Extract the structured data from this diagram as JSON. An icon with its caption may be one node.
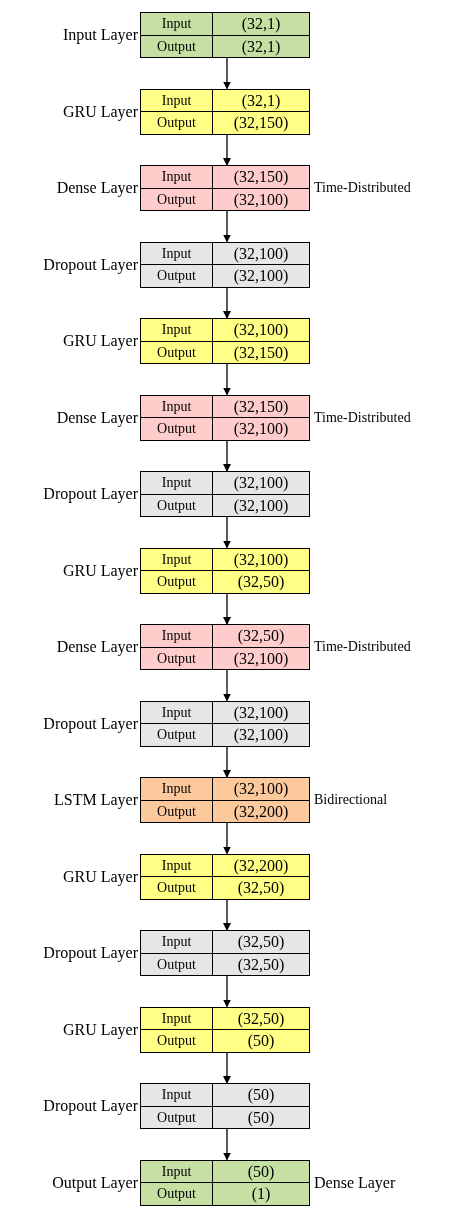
{
  "diagram": {
    "nodes": [
      {
        "text": [
          "Input Layer",
          "Input",
          "(32,1)",
          "Output",
          "(32,1)"
        ]
      },
      {
        "text": [
          "GRU Layer",
          "Input",
          "(32,1)",
          "Output",
          "(32,150)"
        ]
      },
      {
        "text": [
          "Dense Layer",
          "Input",
          "(32,150)",
          "Output",
          "(32,100)"
        ],
        "beside": [
          "Time-Distributed"
        ]
      },
      {
        "text": [
          "Dropout Layer",
          "Input",
          "(32,100)",
          "Output",
          "(32,100)"
        ]
      },
      {
        "text": [
          "GRU Layer",
          "Input",
          "(32,100)",
          "Output",
          "(32,150)"
        ]
      },
      {
        "text": [
          "Dense Layer",
          "Input",
          "(32,150)",
          "Output",
          "(32,100)"
        ],
        "beside": [
          "Time-Distributed"
        ]
      },
      {
        "text": [
          "Dropout Layer",
          "Input",
          "(32,100)",
          "Output",
          "(32,100)"
        ]
      },
      {
        "text": [
          "GRU Layer",
          "Input",
          "(32,100)",
          "Output",
          "(32,50)"
        ]
      },
      {
        "text": [
          "Dense Layer",
          "Input",
          "(32,50)",
          "Output",
          "(32,100)"
        ],
        "beside": [
          "Time-Distributed"
        ]
      },
      {
        "text": [
          "Dropout Layer",
          "Input",
          "(32,100)",
          "Output",
          "(32,100)"
        ]
      },
      {
        "text": [
          "LSTM Layer",
          "Input",
          "(32,100)",
          "Output",
          "(32,200)"
        ],
        "beside": [
          "Bidirectional"
        ]
      },
      {
        "text": [
          "GRU Layer",
          "Input",
          "(32,200)",
          "Output",
          "(32,50)"
        ]
      },
      {
        "text": [
          "Dropout Layer",
          "Input",
          "(32,50)",
          "Output",
          "(32,50)"
        ]
      },
      {
        "text": [
          "GRU Layer",
          "Input",
          "(32,50)",
          "Output",
          "(50)"
        ]
      },
      {
        "text": [
          "Dropout Layer",
          "Input",
          "(50)",
          "Output",
          "(50)"
        ]
      },
      {
        "text": [
          "Output Layer",
          "Input",
          "(50)",
          "Output",
          "(1)"
        ],
        "beside": [
          "Dense Layer"
        ]
      }
    ],
    "edges": [
      {
        "from": 0,
        "to": 1,
        "arrow": "to"
      },
      {
        "from": 1,
        "to": 2,
        "arrow": "to"
      },
      {
        "from": 2,
        "to": 3,
        "arrow": "to"
      },
      {
        "from": 3,
        "to": 4,
        "arrow": "to"
      },
      {
        "from": 4,
        "to": 5,
        "arrow": "to"
      },
      {
        "from": 5,
        "to": 6,
        "arrow": "to"
      },
      {
        "from": 6,
        "to": 7,
        "arrow": "to"
      },
      {
        "from": 7,
        "to": 8,
        "arrow": "to"
      },
      {
        "from": 8,
        "to": 9,
        "arrow": "to"
      },
      {
        "from": 9,
        "to": 10,
        "arrow": "to"
      },
      {
        "from": 10,
        "to": 11,
        "arrow": "to"
      },
      {
        "from": 11,
        "to": 12,
        "arrow": "to"
      },
      {
        "from": 12,
        "to": 13,
        "arrow": "to"
      },
      {
        "from": 13,
        "to": 14,
        "arrow": "to"
      },
      {
        "from": 14,
        "to": 15,
        "arrow": "to"
      }
    ]
  }
}
